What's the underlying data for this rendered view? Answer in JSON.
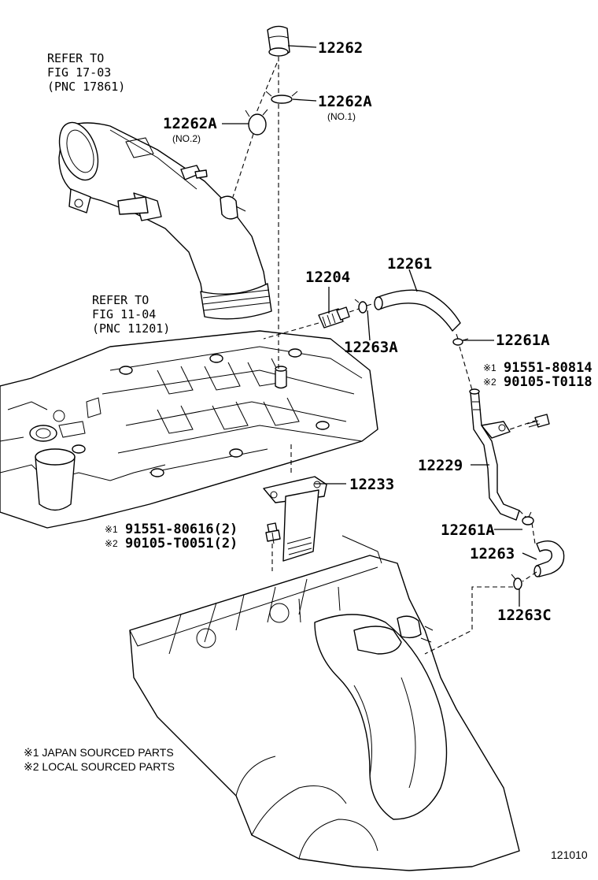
{
  "refs": [
    {
      "lines": [
        "REFER TO",
        "FIG 17-03",
        "(PNC 17861)"
      ]
    },
    {
      "lines": [
        "REFER TO",
        "FIG 11-04",
        "(PNC 11201)"
      ]
    }
  ],
  "parts": {
    "p12262": "12262",
    "p12262A_no1": "12262A",
    "p12262A_no1_sub": "(NO.1)",
    "p12262A_no2": "12262A",
    "p12262A_no2_sub": "(NO.2)",
    "p12204": "12204",
    "p12261": "12261",
    "p12263A": "12263A",
    "p12261A_top": "12261A",
    "p91551_80814": "91551-80814",
    "p90105_T0118": "90105-T0118",
    "p12229": "12229",
    "p12233": "12233",
    "p91551_80616": "91551-80616(2)",
    "p90105_T0051": "90105-T0051(2)",
    "p12261A_bottom": "12261A",
    "p12263": "12263",
    "p12263C": "12263C"
  },
  "marks": {
    "m1": "※1",
    "m2": "※2"
  },
  "notes": [
    "※1 JAPAN SOURCED PARTS",
    "※2 LOCAL SOURCED PARTS"
  ],
  "figure_code": "121010"
}
